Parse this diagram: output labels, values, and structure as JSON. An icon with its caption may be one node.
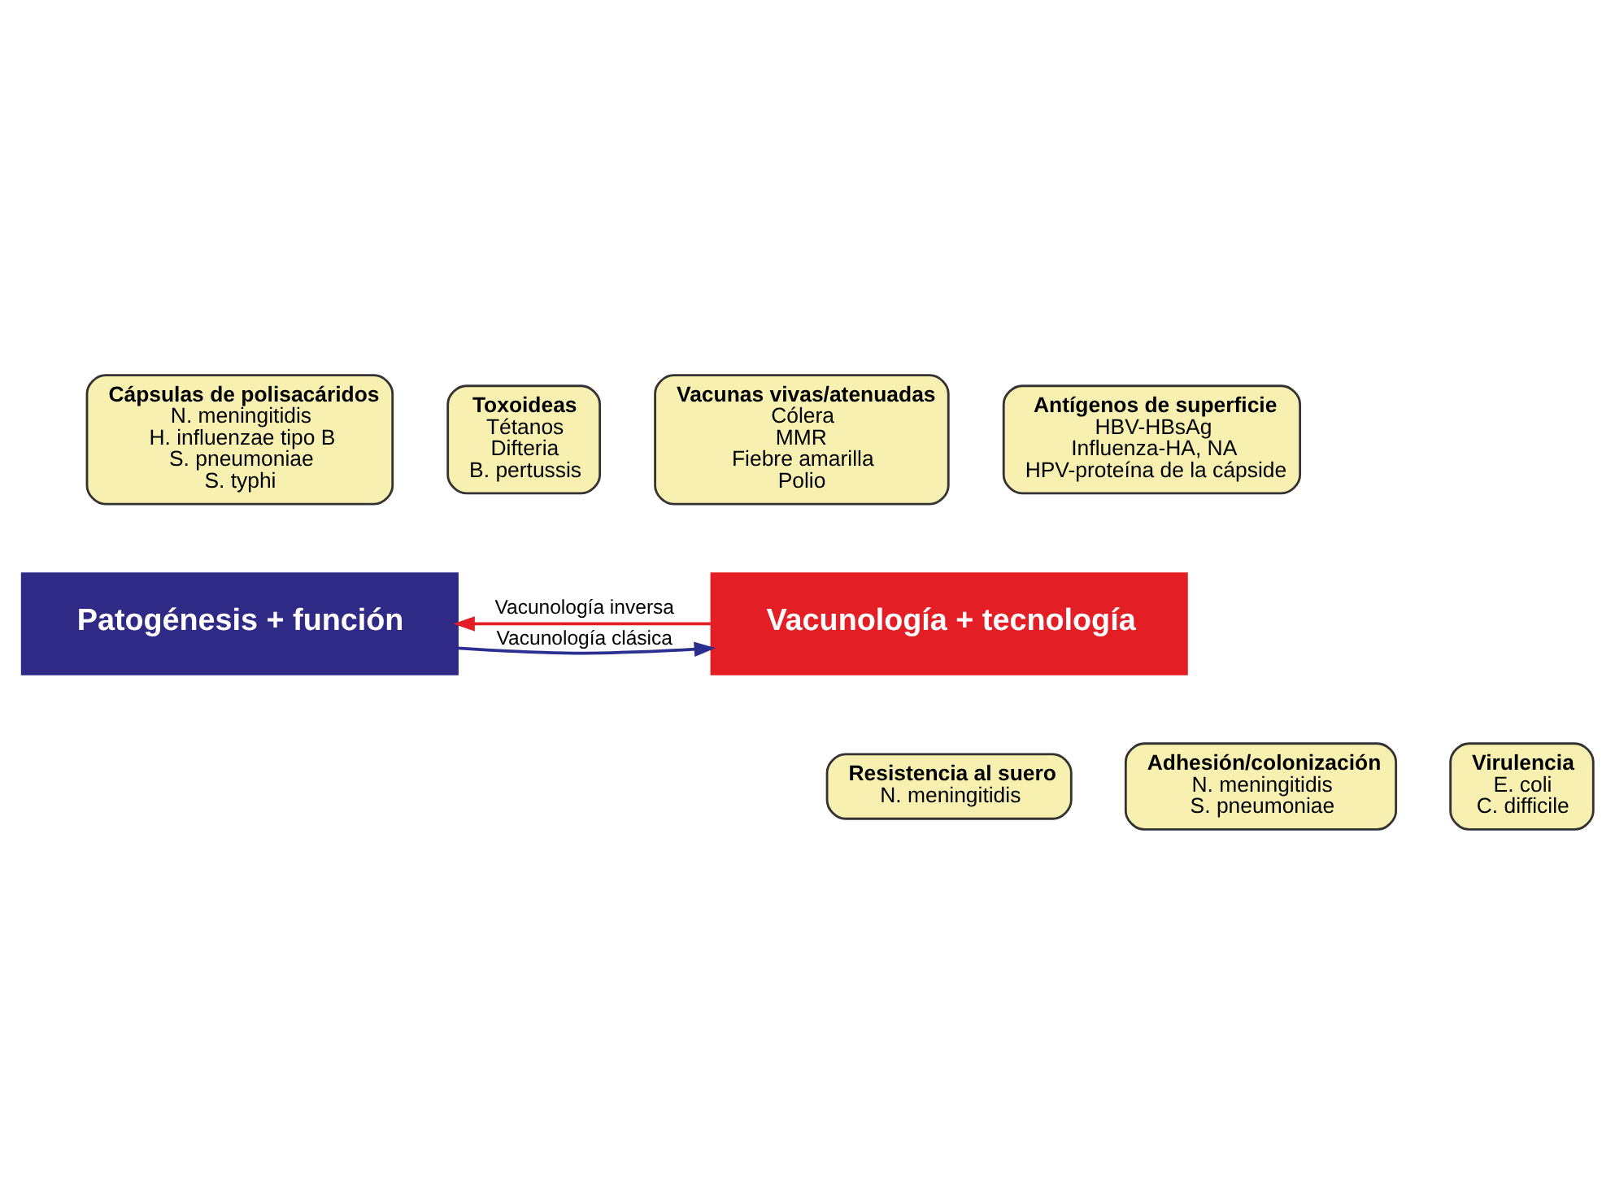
{
  "diagram": {
    "nodes": [
      {
        "text": [
          "Cápsulas de polisacáridos",
          "N. meningitidis",
          "H. influenzae tipo B",
          "S. pneumoniae",
          "S. typhi"
        ]
      },
      {
        "text": [
          "Toxoideas",
          "Tétanos",
          "Difteria",
          "B. pertussis"
        ]
      },
      {
        "text": [
          "Vacunas vivas/atenuadas",
          "Cólera",
          "MMR",
          "Fiebre amarilla",
          "Polio"
        ]
      },
      {
        "text": [
          "Antígenos de superficie",
          "HBV-HBsAg",
          "Influenza-HA, NA",
          "HPV-proteína de la cápside"
        ]
      },
      {
        "text": [
          "Patogénesis + función"
        ]
      },
      {
        "text": [
          "Vacunología + tecnología"
        ]
      },
      {
        "text": [
          "Adhesión/colonización",
          "N. meningitidis",
          "S. pneumoniae"
        ]
      },
      {
        "text": [
          "Virulencia",
          "E. coli",
          "C. difficile"
        ]
      },
      {
        "text": [
          "Resistencia al suero",
          "N. meningitidis"
        ]
      }
    ],
    "edges": [
      {
        "from": 4,
        "to": 5,
        "arrow": "to",
        "label": "Vacunología clásica",
        "color": "#2b2f8f"
      },
      {
        "from": 5,
        "to": 4,
        "arrow": "to",
        "label": "Vacunología inversa",
        "color": "#e31e25"
      }
    ]
  }
}
